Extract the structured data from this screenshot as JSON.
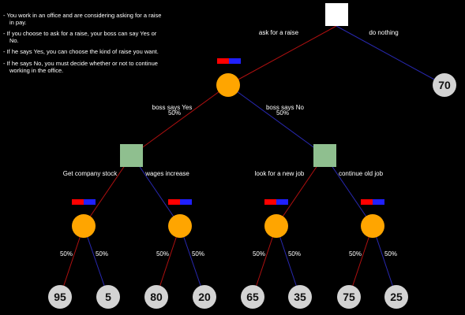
{
  "instructions": [
    "- You work in an office and are considering asking for a raise in pay.",
    "- If you choose to ask for a raise, your boss can say Yes or No.",
    "- If he says Yes, you can choose the kind of raise you want.",
    "- If he says No, you must decide whether or not to continue working in the office."
  ],
  "edges": {
    "ask_raise": "ask for a raise",
    "do_nothing": "do nothing",
    "boss_yes": "boss says Yes",
    "boss_yes_pct": "50%",
    "boss_no": "boss says No",
    "boss_no_pct": "50%",
    "company_stock": "Get company stock",
    "wages_increase": "wages increase",
    "new_job": "look for a new job",
    "old_job": "continue old job"
  },
  "chance_pcts": [
    "50%",
    "50%",
    "50%",
    "50%",
    "50%",
    "50%",
    "50%",
    "50%"
  ],
  "leaves": [
    "70",
    "95",
    "5",
    "80",
    "20",
    "65",
    "35",
    "75",
    "25"
  ],
  "colors": {
    "decision_root": "#ffffff",
    "decision_inner": "#8fbf8f",
    "chance": "#ffa500",
    "leaf": "#d3d3d3",
    "left_edge": "#b01010",
    "right_edge": "#2828b0",
    "bar_red": "#ff0000",
    "bar_blue": "#2020ff"
  }
}
